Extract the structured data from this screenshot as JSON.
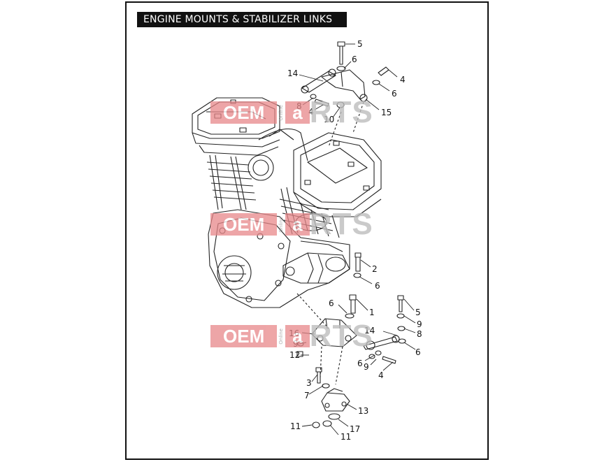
{
  "title": "ENGINE MOUNTS & STABILIZER LINKS",
  "watermark": {
    "brand_a": "OEM",
    "sub": "Online",
    "mid": "a",
    "rest": "RTS"
  },
  "callouts": [
    {
      "id": "c-5-top",
      "text": "5"
    },
    {
      "id": "c-6-top",
      "text": "6"
    },
    {
      "id": "c-14-top",
      "text": "14"
    },
    {
      "id": "c-4-topright",
      "text": "4"
    },
    {
      "id": "c-6-topright",
      "text": "6"
    },
    {
      "id": "c-8-top",
      "text": "8"
    },
    {
      "id": "c-4-top",
      "text": "4"
    },
    {
      "id": "c-10",
      "text": "10"
    },
    {
      "id": "c-15",
      "text": "15"
    },
    {
      "id": "c-2",
      "text": "2"
    },
    {
      "id": "c-6-mid",
      "text": "6"
    },
    {
      "id": "c-6-front",
      "text": "6"
    },
    {
      "id": "c-1",
      "text": "1"
    },
    {
      "id": "c-5-right",
      "text": "5"
    },
    {
      "id": "c-9-right",
      "text": "9"
    },
    {
      "id": "c-14-right",
      "text": "14"
    },
    {
      "id": "c-8-right",
      "text": "8"
    },
    {
      "id": "c-16",
      "text": "16"
    },
    {
      "id": "c-9-left",
      "text": "9"
    },
    {
      "id": "c-6-right",
      "text": "6"
    },
    {
      "id": "c-12",
      "text": "12"
    },
    {
      "id": "c-6-low",
      "text": "6"
    },
    {
      "id": "c-9-low",
      "text": "9"
    },
    {
      "id": "c-4-low",
      "text": "4"
    },
    {
      "id": "c-3",
      "text": "3"
    },
    {
      "id": "c-7",
      "text": "7"
    },
    {
      "id": "c-13",
      "text": "13"
    },
    {
      "id": "c-11-left",
      "text": "11"
    },
    {
      "id": "c-17",
      "text": "17"
    },
    {
      "id": "c-11-right",
      "text": "11"
    }
  ]
}
